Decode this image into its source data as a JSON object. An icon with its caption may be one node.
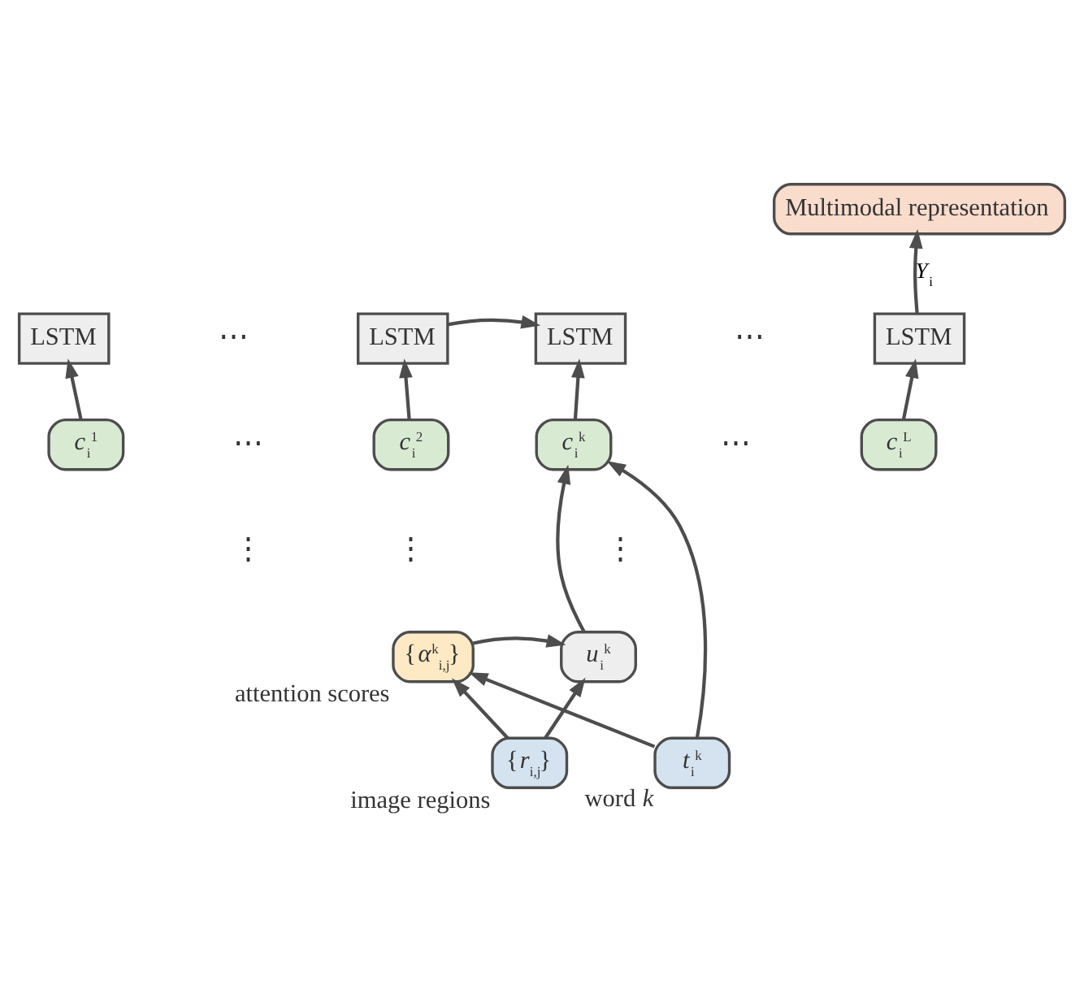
{
  "diagram": {
    "nodes": [
      {
        "text": [
          "Multimodal representation"
        ]
      },
      {
        "text": [
          "LSTM"
        ]
      },
      {
        "text": [
          "LSTM"
        ]
      },
      {
        "text": [
          "LSTM"
        ]
      },
      {
        "text": [
          "LSTM"
        ]
      },
      {
        "text": [
          "*c*$_{i}$$^{1}$"
        ]
      },
      {
        "text": [
          "*c*$_{i}$$^{2}$"
        ]
      },
      {
        "text": [
          "*c*$_{i}$$^{k}$"
        ]
      },
      {
        "text": [
          "*c*$_{i}$$^{L}$"
        ]
      },
      {
        "text": [
          "{*α*$^{k}$$_{i,j}$}"
        ],
        "beside": [
          "attention scores"
        ]
      },
      {
        "text": [
          "*u*$_{i}$$^{k}$"
        ]
      },
      {
        "text": [
          "{*r*$_{i,j}$}"
        ],
        "beside": [
          "image regions"
        ]
      },
      {
        "text": [
          "*t*$_{i}$$^{k}$"
        ],
        "beside": [
          "word *k*"
        ]
      }
    ],
    "edges": [
      {
        "from": 4,
        "to": 0,
        "arrow": "to",
        "label": "*Y*$_{i}$"
      },
      {
        "from": 5,
        "to": 1,
        "arrow": "to"
      },
      {
        "from": 6,
        "to": 2,
        "arrow": "to"
      },
      {
        "from": 2,
        "to": 3,
        "arrow": "to"
      },
      {
        "from": 7,
        "to": 3,
        "arrow": "to"
      },
      {
        "from": 8,
        "to": 4,
        "arrow": "to"
      },
      {
        "from": 10,
        "to": 7,
        "arrow": "to"
      },
      {
        "from": 12,
        "to": 7,
        "arrow": "to"
      },
      {
        "from": 9,
        "to": 10,
        "arrow": "to"
      },
      {
        "from": 11,
        "to": 9,
        "arrow": "to"
      },
      {
        "from": 11,
        "to": 10,
        "arrow": "to"
      },
      {
        "from": 12,
        "to": 9,
        "arrow": "to"
      }
    ],
    "labels": [
      "⋯",
      "⋯",
      "⋯",
      "⋯",
      "⋮",
      "⋮",
      "⋮"
    ]
  }
}
